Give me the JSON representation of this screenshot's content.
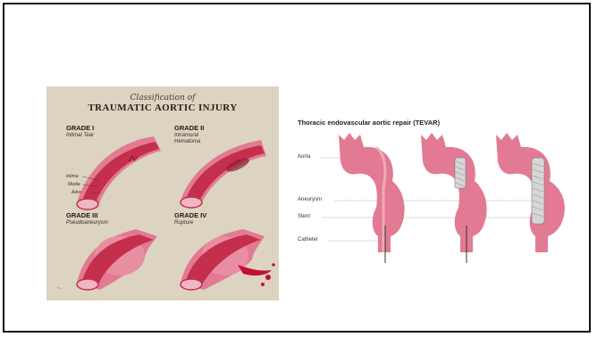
{
  "left_figure": {
    "title_small": "Classification of",
    "title_big": "TRAUMATIC AORTIC INJURY",
    "grades": [
      {
        "label": "GRADE I",
        "sub": "Intimal Tear"
      },
      {
        "label": "GRADE II",
        "sub": "Intramural Hematoma"
      },
      {
        "label": "GRADE III",
        "sub": "Pseudoaneurysm"
      },
      {
        "label": "GRADE IV",
        "sub": "Rupture"
      }
    ],
    "layers": [
      "Intima",
      "Media",
      "Adventitia"
    ]
  },
  "right_figure": {
    "title": "Thoracic endovascular aortic repair (TEVAR)",
    "labels": {
      "aorta": "Aorta",
      "aneurysm": "Aneurysm",
      "stent": "Stent",
      "catheter": "Catheter"
    }
  },
  "colors": {
    "vessel_outer": "#e27a93",
    "vessel_inner": "#c42f4c",
    "vessel_light": "#f1b6c4",
    "background_left": "#ddd3c1",
    "stent": "#cfcfcf"
  }
}
